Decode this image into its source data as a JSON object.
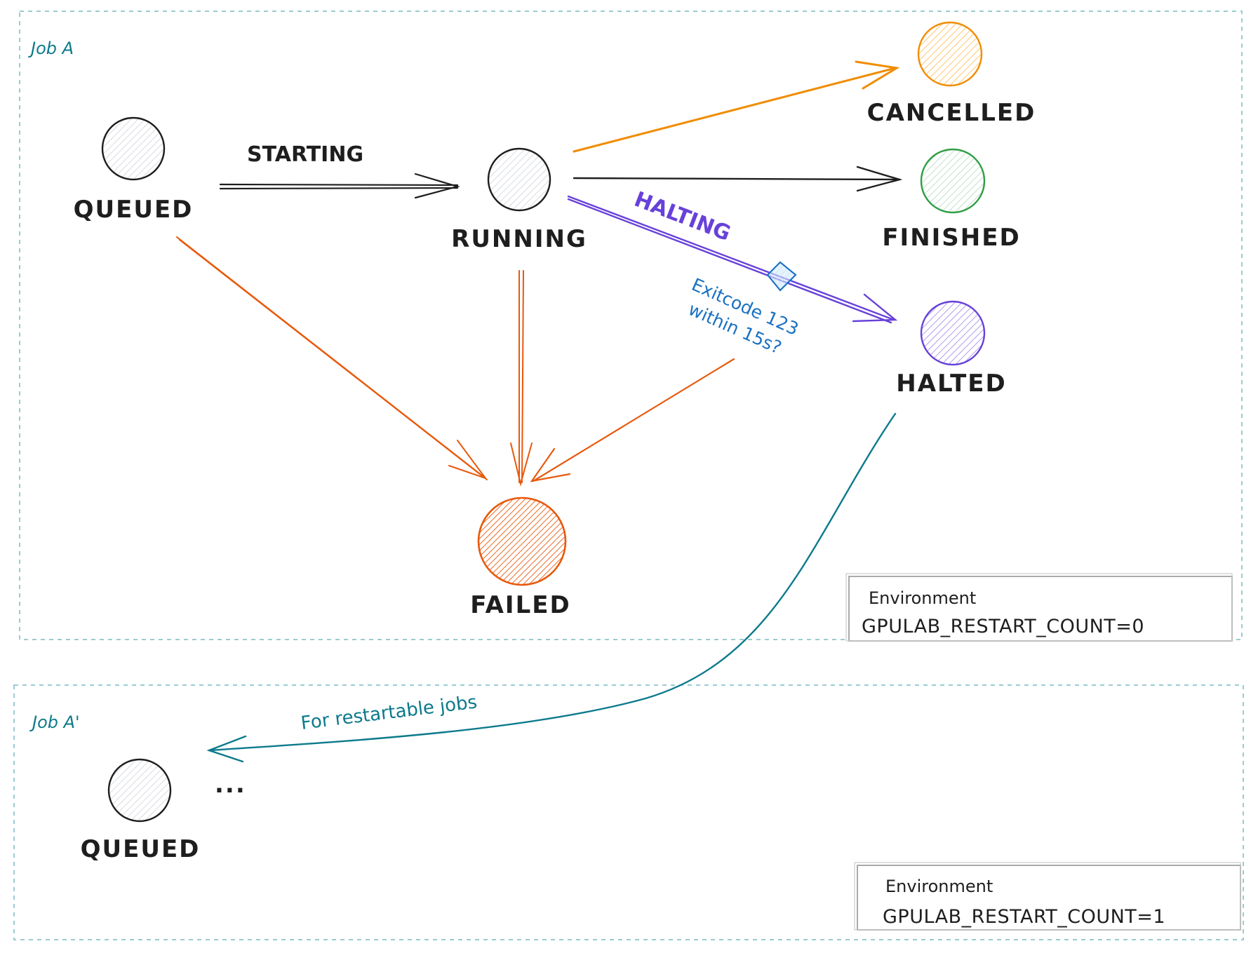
{
  "jobs": {
    "job_a": "Job A",
    "job_a_prime": "Job A'"
  },
  "states": {
    "queued": "QUEUED",
    "running": "RUNNING",
    "cancelled": "CANCELLED",
    "finished": "FINISHED",
    "halted": "HALTED",
    "failed": "FAILED",
    "queued_prime": "QUEUED",
    "ellipsis": "..."
  },
  "transitions": {
    "starting": "STARTING",
    "halting": "HALTING",
    "exitcode_line1": "Exitcode 123",
    "exitcode_line2": "within 15s?",
    "restartable": "For restartable jobs"
  },
  "environment_a": {
    "title": "Environment",
    "value": "GPULAB_RESTART_COUNT=0"
  },
  "environment_a_prime": {
    "title": "Environment",
    "value": "GPULAB_RESTART_COUNT=1"
  },
  "colors": {
    "container_border": "#99ccd1",
    "neutral": "#1e1e1e",
    "cancelled": "#f08c00",
    "finished": "#2f9e44",
    "halted": "#6741d9",
    "failed": "#e8590c",
    "note": "#1971c2",
    "restart": "#0c7a8c"
  }
}
